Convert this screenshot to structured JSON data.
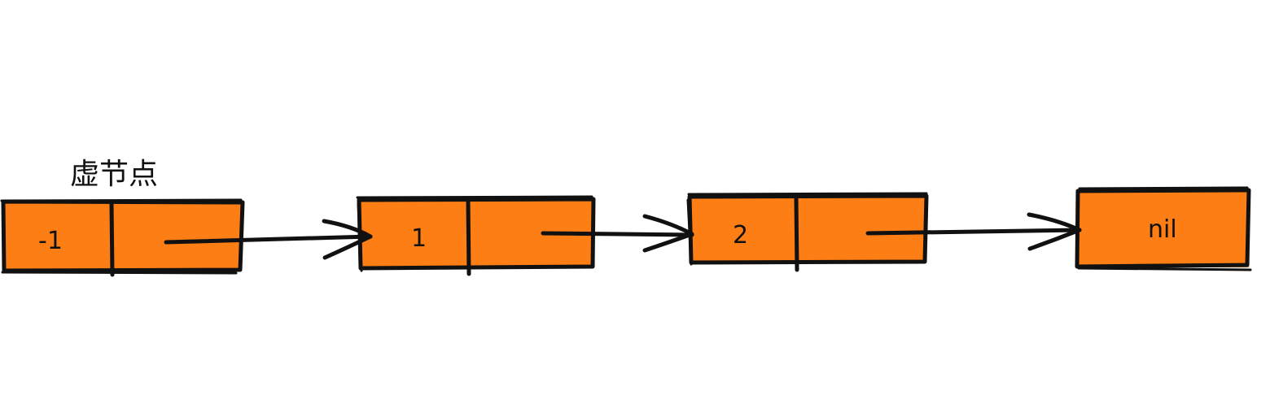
{
  "diagram": {
    "head_label": "虚节点",
    "nodes": [
      {
        "value": "-1"
      },
      {
        "value": "1"
      },
      {
        "value": "2"
      },
      {
        "value": "nil"
      }
    ],
    "colors": {
      "node_fill": "#fd7e14",
      "stroke": "#111111"
    }
  }
}
